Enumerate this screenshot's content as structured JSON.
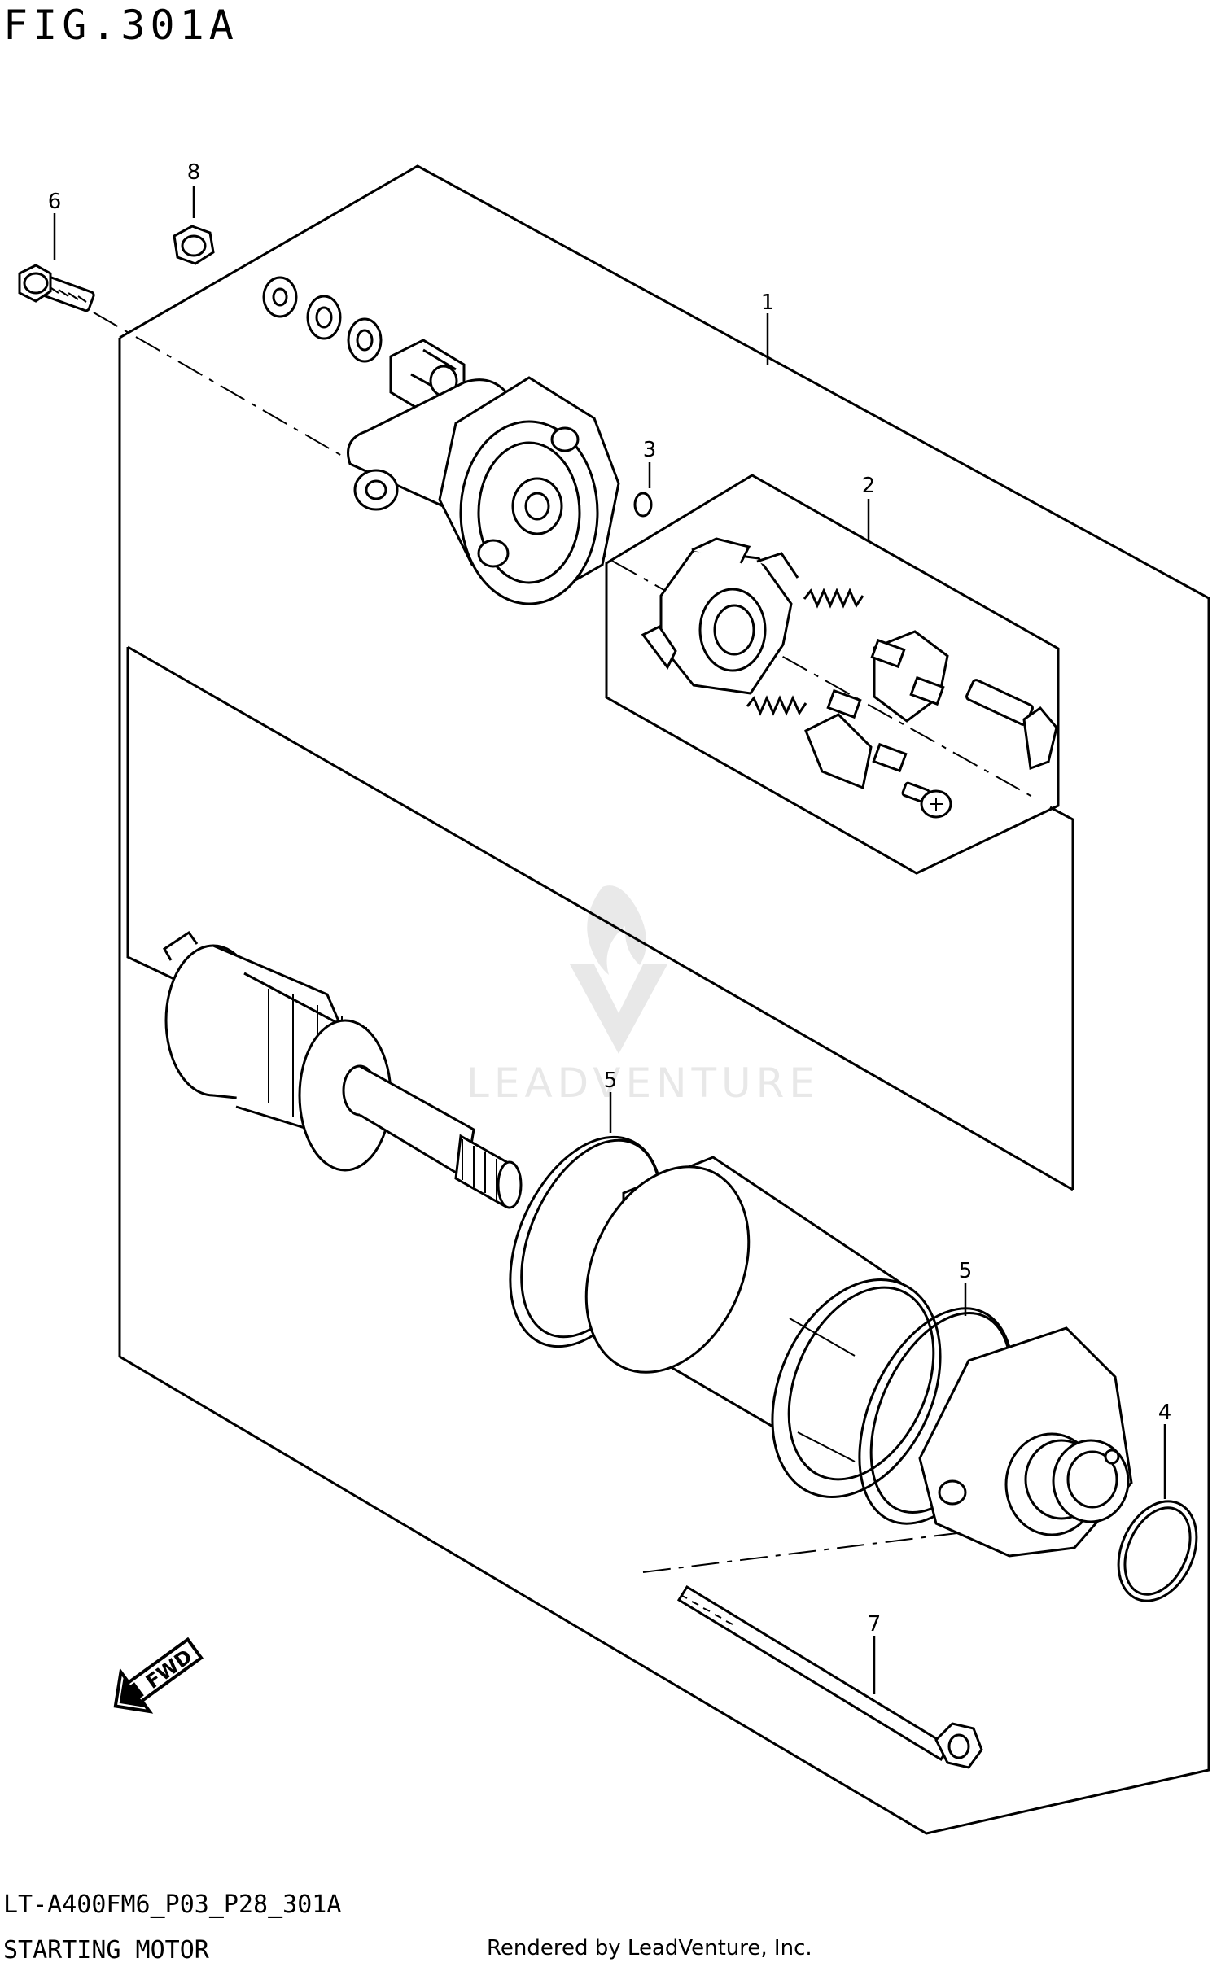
{
  "figure": {
    "title": "FIG.301A",
    "code": "LT-A400FM6_P03_P28_301A",
    "name": "STARTING MOTOR",
    "credit": "Rendered by LeadVenture, Inc.",
    "watermark": "LEADVENTURE"
  },
  "callouts": [
    "1",
    "2",
    "3",
    "4",
    "5",
    "5",
    "6",
    "7",
    "8"
  ],
  "fwd_label": "FWD"
}
